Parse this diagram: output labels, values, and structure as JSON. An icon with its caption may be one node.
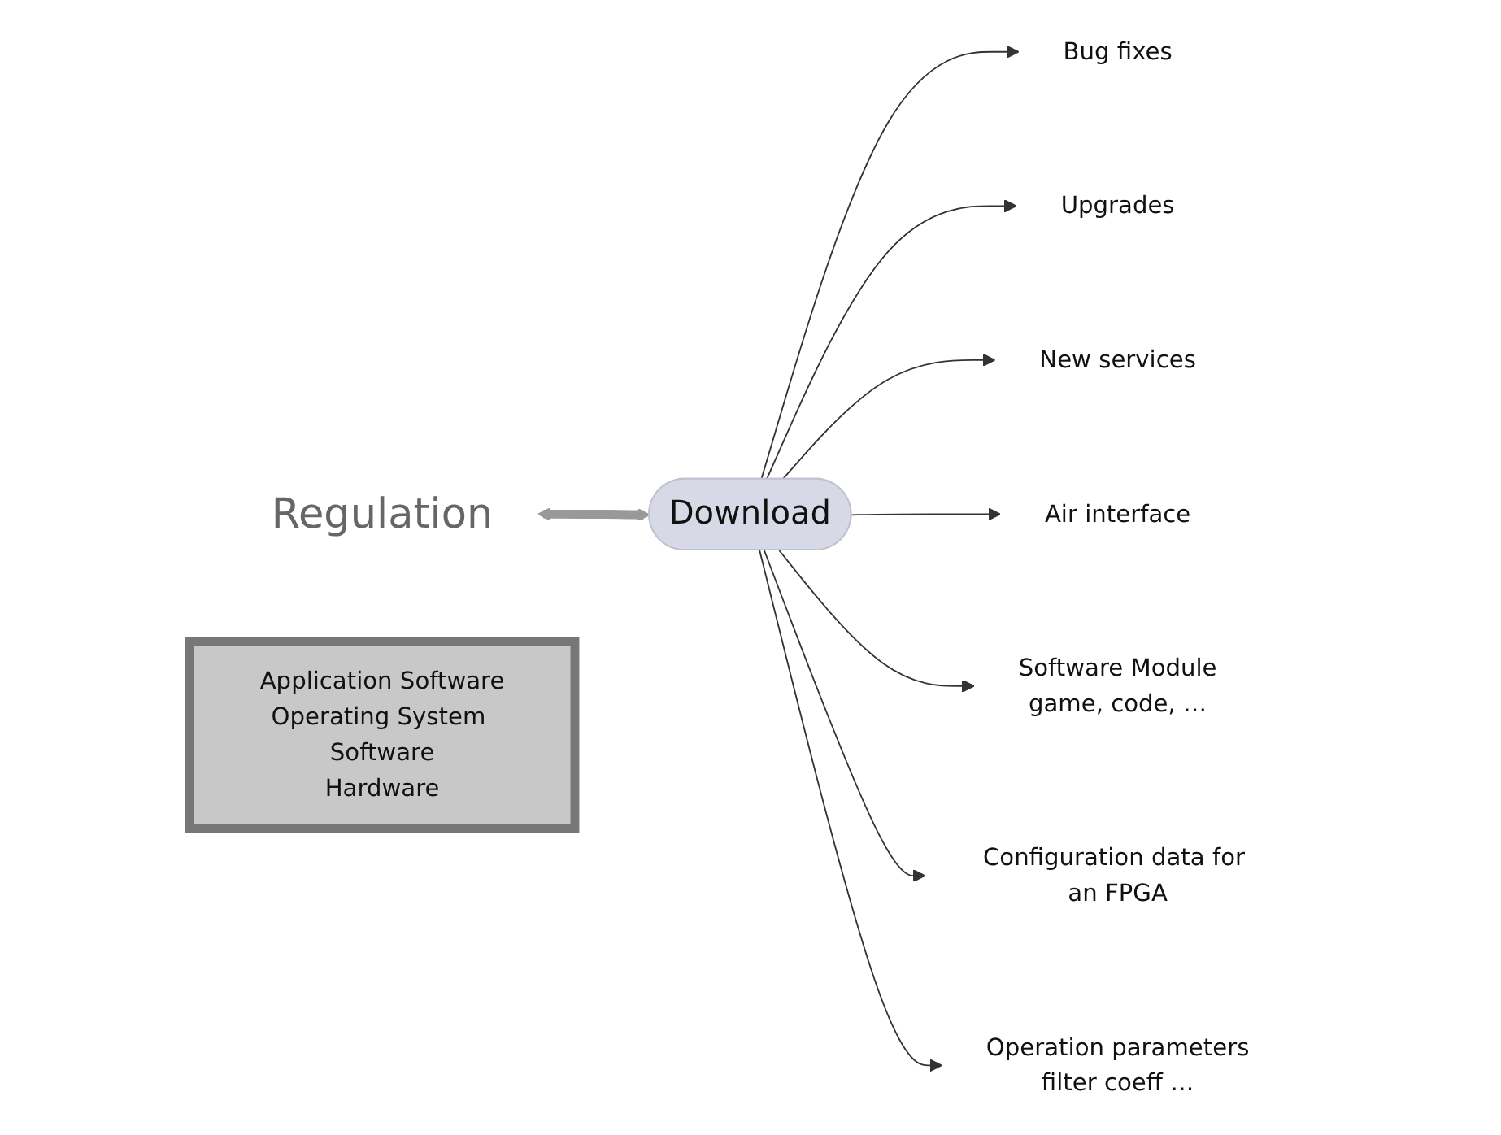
{
  "diagram": {
    "nodes": [
      {
        "text": [
          "Regulation"
        ]
      },
      {
        "text": [
          "Application Software",
          "Operating System Software",
          "Hardware"
        ]
      },
      {
        "text": [
          "Download"
        ]
      },
      {
        "text": [
          "Bug fixes"
        ]
      },
      {
        "text": [
          "Upgrades"
        ]
      },
      {
        "text": [
          "New services"
        ]
      },
      {
        "text": [
          "Air interface"
        ]
      },
      {
        "text": [
          "Software Module",
          "game, code, …"
        ]
      },
      {
        "text": [
          "Configuration data for an FPGA"
        ]
      },
      {
        "text": [
          "Operation parameters",
          "filter coeff …"
        ]
      }
    ],
    "edges": [
      {
        "from": 0,
        "to": 2,
        "arrow": "both",
        "style": "thick",
        "color": "#999999"
      },
      {
        "from": 2,
        "to": 3,
        "arrow": "to"
      },
      {
        "from": 2,
        "to": 4,
        "arrow": "to"
      },
      {
        "from": 2,
        "to": 5,
        "arrow": "to"
      },
      {
        "from": 2,
        "to": 6,
        "arrow": "to"
      },
      {
        "from": 2,
        "to": 7,
        "arrow": "to"
      },
      {
        "from": 2,
        "to": 8,
        "arrow": "to"
      },
      {
        "from": 2,
        "to": 9,
        "arrow": "to"
      }
    ]
  }
}
